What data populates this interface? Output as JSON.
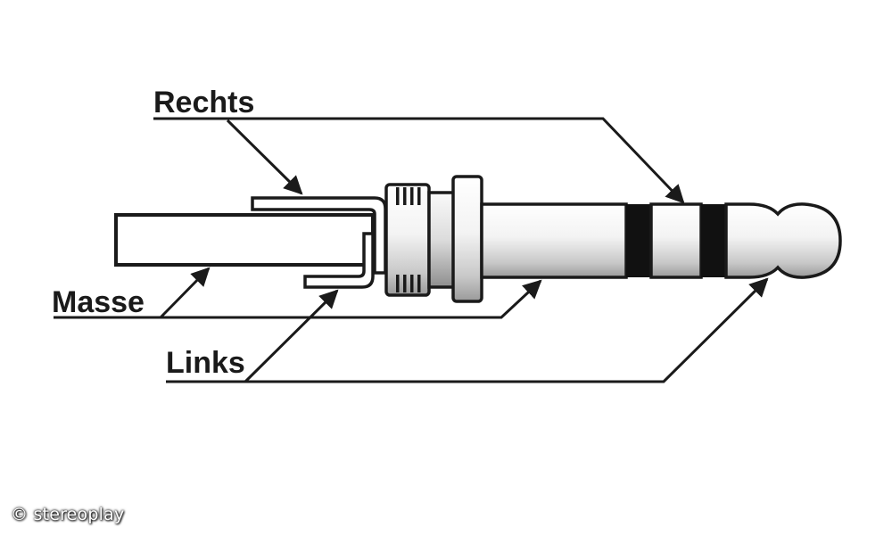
{
  "labels": {
    "rechts": "Rechts",
    "masse": "Masse",
    "links": "Links"
  },
  "credit": "© stereoplay",
  "colors": {
    "stroke": "#1a1a1a",
    "ring_band": "#111111",
    "background": "#ffffff"
  }
}
